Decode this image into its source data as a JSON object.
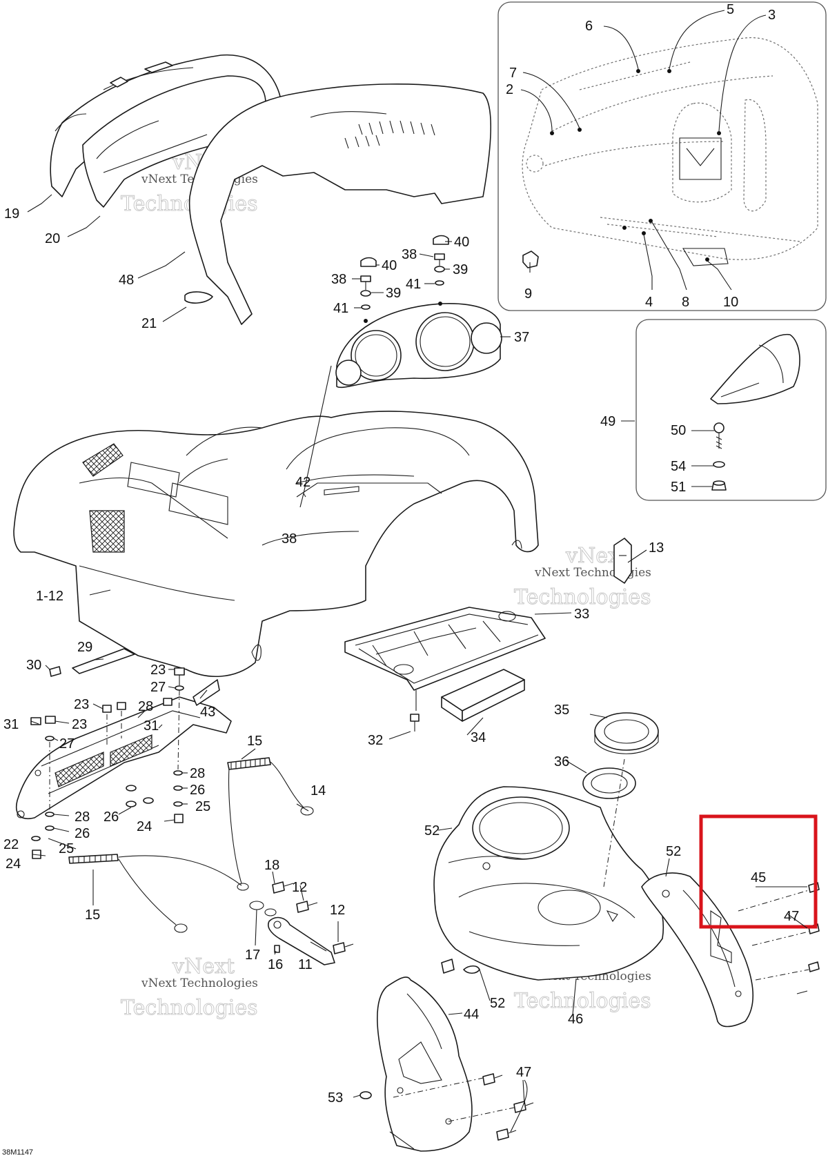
{
  "diagram": {
    "reference_code": "38M1147",
    "watermark": {
      "line1": "vNext Technologies",
      "line2": "vNext",
      "line3": "Technologies"
    },
    "highlight_color": "#d9141b",
    "callouts": [
      "19",
      "20",
      "48",
      "21",
      "6",
      "7",
      "2",
      "5",
      "3",
      "9",
      "4",
      "8",
      "10",
      "40",
      "38",
      "39",
      "41",
      "40",
      "38",
      "39",
      "41",
      "37",
      "49",
      "50",
      "54",
      "51",
      "42",
      "38",
      "1-12",
      "13",
      "33",
      "32",
      "34",
      "30",
      "29",
      "23",
      "27",
      "43",
      "23",
      "28",
      "31",
      "23",
      "31",
      "27",
      "15",
      "14",
      "28",
      "26",
      "26",
      "25",
      "28",
      "26",
      "24",
      "25",
      "22",
      "24",
      "15",
      "18",
      "12",
      "12",
      "17",
      "16",
      "11",
      "35",
      "36",
      "52",
      "52",
      "45",
      "47",
      "52",
      "44",
      "46",
      "47",
      "53"
    ]
  }
}
